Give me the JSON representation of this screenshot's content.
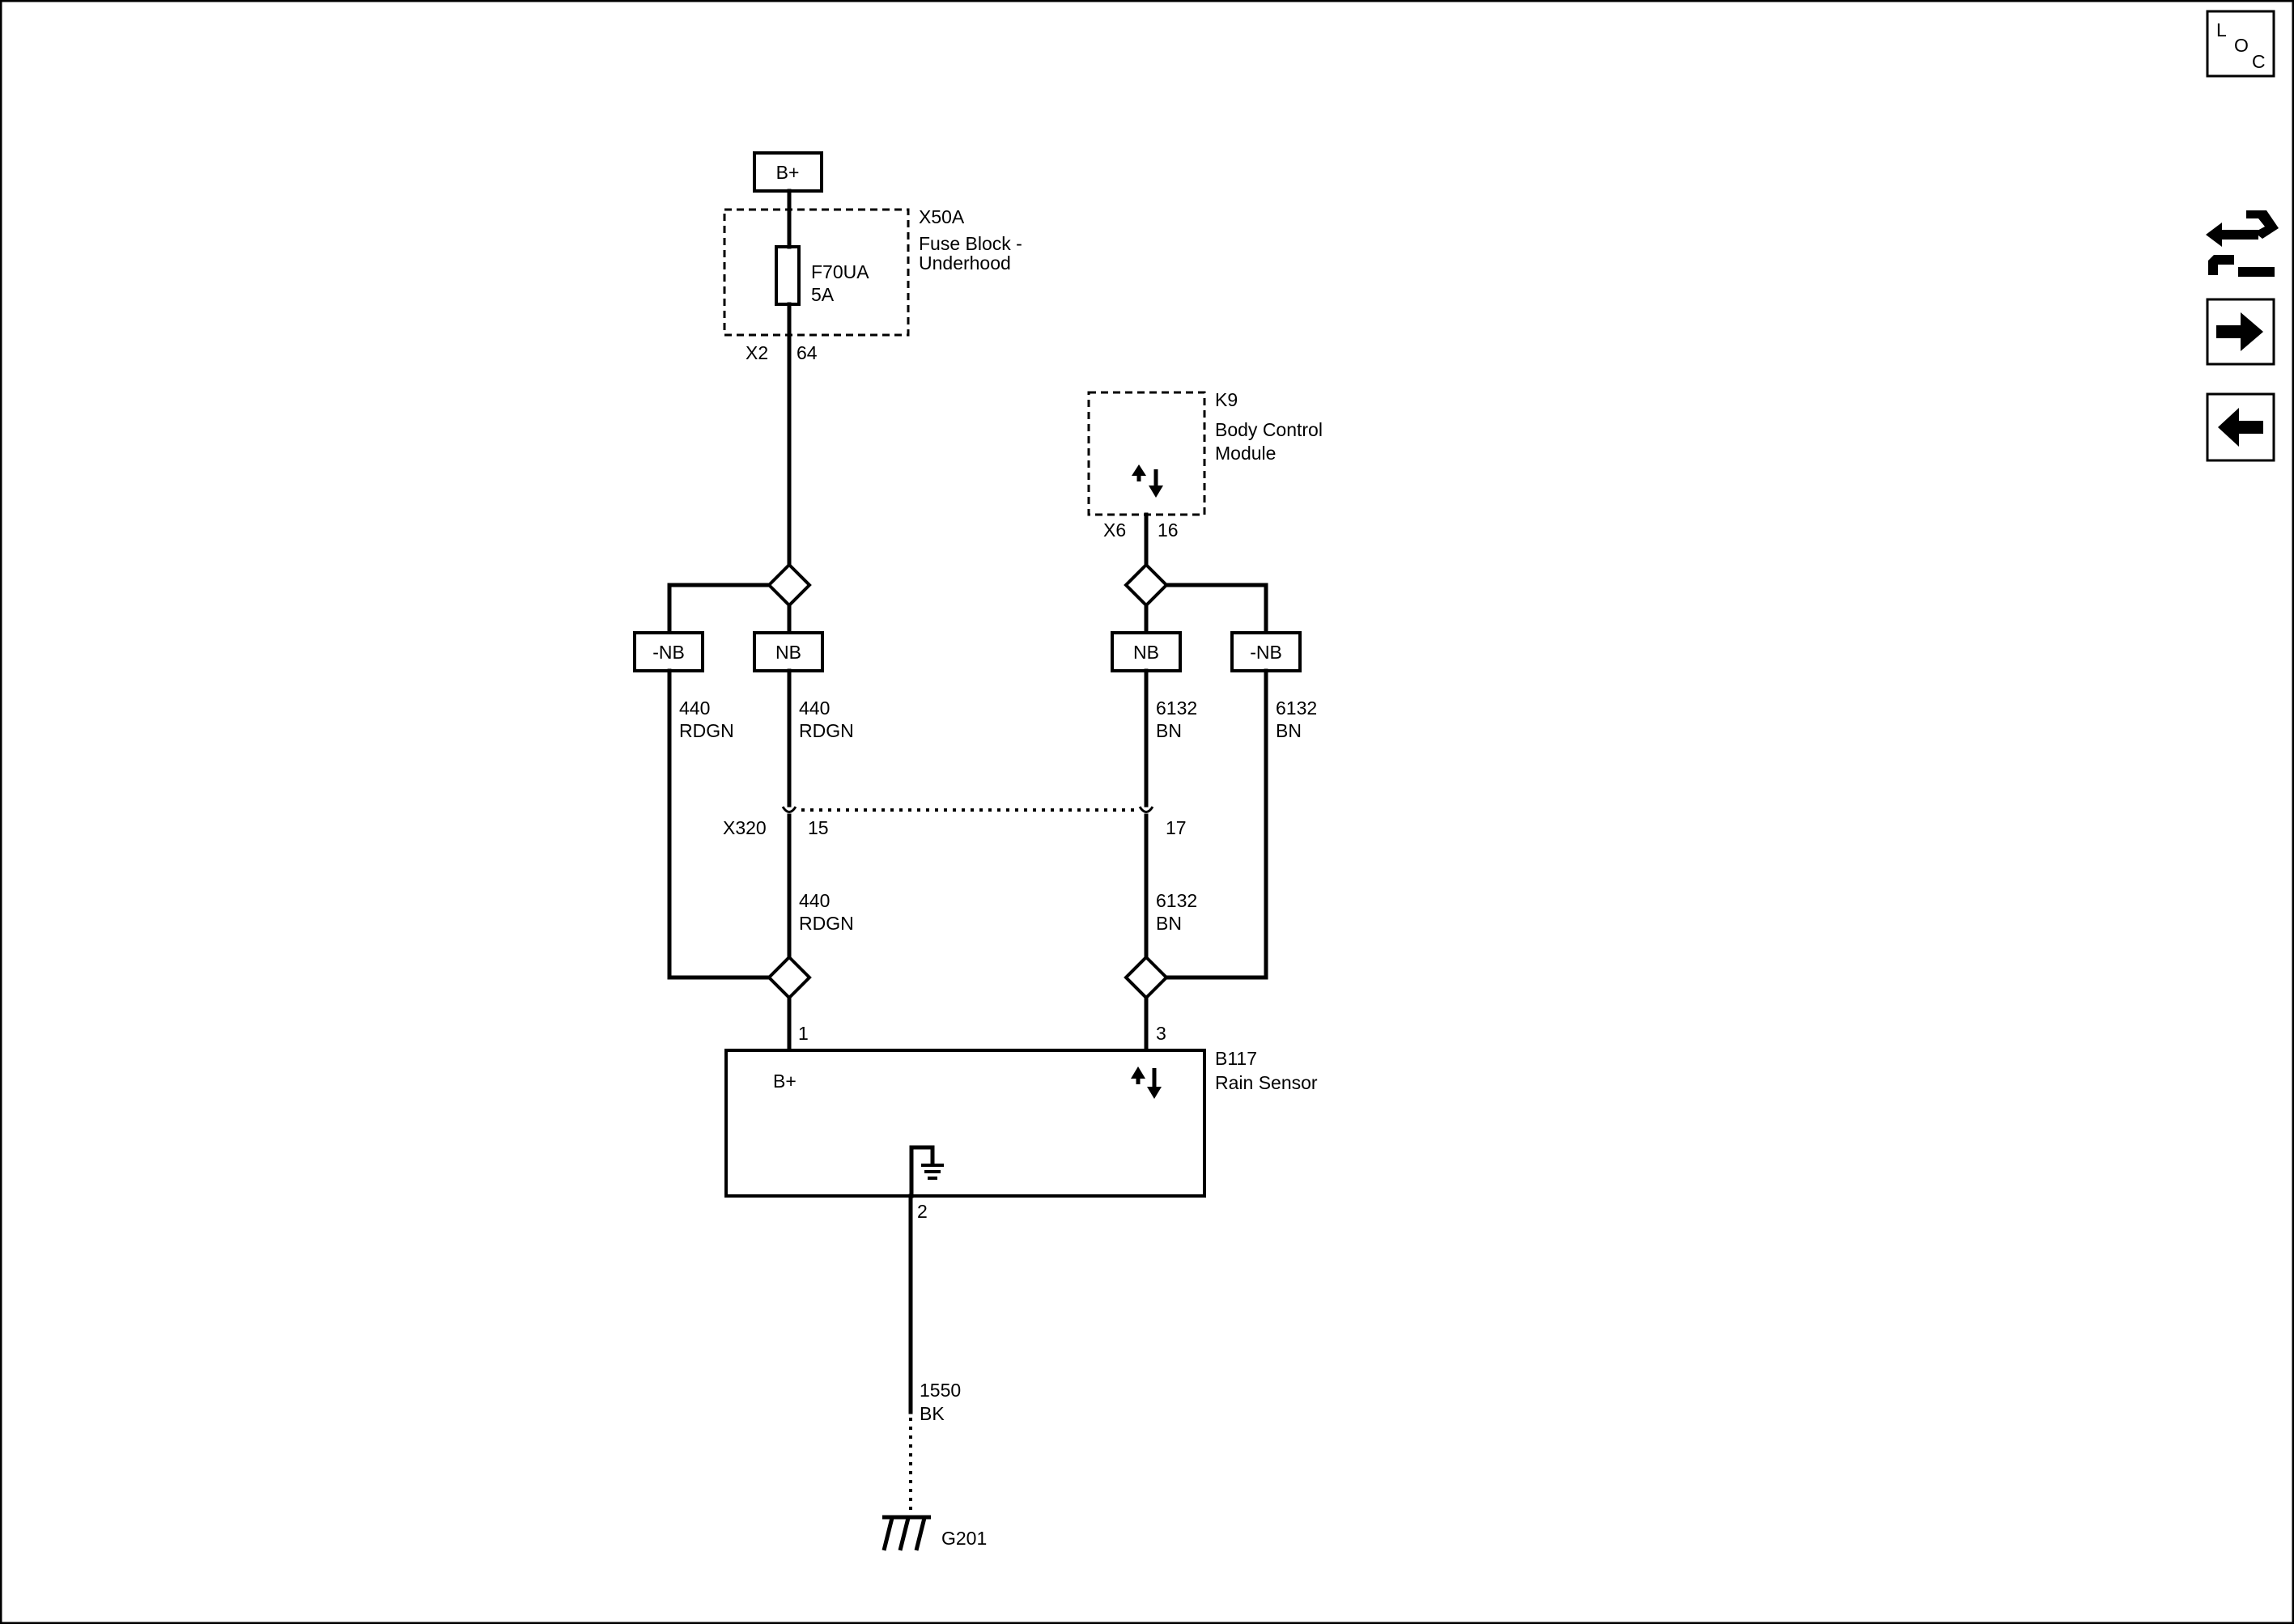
{
  "side_buttons": {
    "loc": {
      "l": "L",
      "o": "O",
      "c": "C"
    },
    "icons": [
      "connector-list-icon",
      "next-arrow-icon",
      "previous-arrow-icon"
    ]
  },
  "power": {
    "label": "B+"
  },
  "fuse_block": {
    "id": "X50A",
    "name_line1": "Fuse Block -",
    "name_line2": "Underhood",
    "fuse_id": "F70UA",
    "fuse_rating": "5A",
    "connector": "X2",
    "pin": "64"
  },
  "bcm": {
    "id": "K9",
    "name_line1": "Body Control",
    "name_line2": "Module",
    "connector": "X6",
    "pin": "16"
  },
  "options": {
    "left_nb": "-NB",
    "left_b": "NB",
    "right_b": "NB",
    "right_nb": "-NB"
  },
  "wires": {
    "w440_circuit": "440",
    "w440_color": "RDGN",
    "w6132_circuit": "6132",
    "w6132_color": "BN",
    "w1550_circuit": "1550",
    "w1550_color": "BK"
  },
  "inline_connector": {
    "id": "X320",
    "pin_a": "15",
    "pin_b": "17"
  },
  "rain_sensor": {
    "id": "B117",
    "name": "Rain Sensor",
    "power_label": "B+",
    "pin_power": "1",
    "pin_signal": "3",
    "pin_ground": "2"
  },
  "ground": {
    "id": "G201"
  }
}
